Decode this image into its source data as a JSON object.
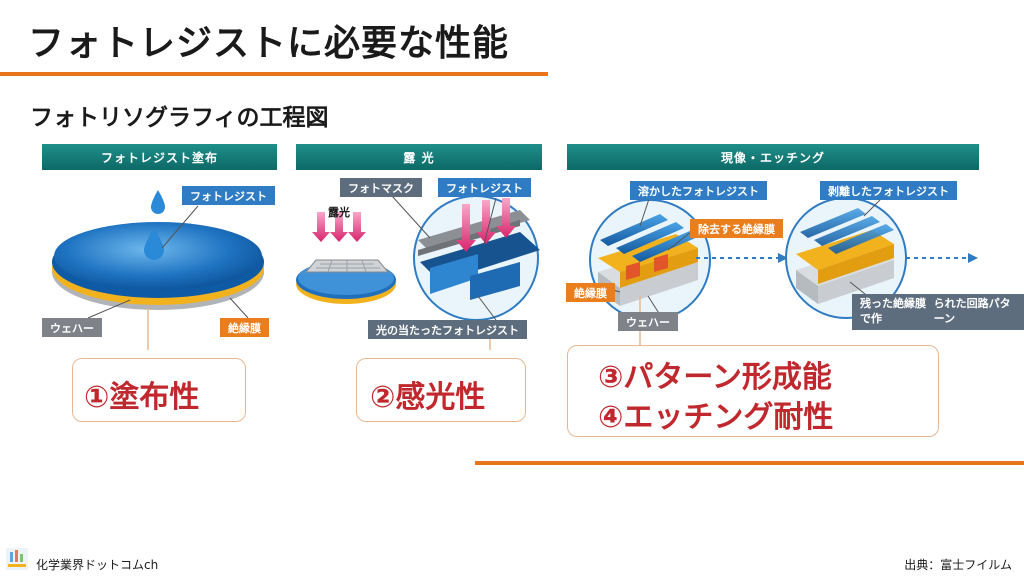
{
  "title": "フォトレジストに必要な性能",
  "subtitle": "フォトリソグラフィの工程図",
  "sections": [
    {
      "header": "フォトレジスト塗布"
    },
    {
      "header": "露 光"
    },
    {
      "header": "現像・エッチング"
    }
  ],
  "labels": {
    "photoresist": "フォトレジスト",
    "wafer": "ウェハー",
    "insulator": "絶縁膜",
    "exposure": "露光",
    "photomask": "フォトマスク",
    "photoresist2": "フォトレジスト",
    "lit_resist": "光の当たったフォトレジスト",
    "dissolved_resist": "溶かしたフォトレジスト",
    "remove_insulator": "除去する絶縁膜",
    "insulator2": "絶縁膜",
    "wafer2": "ウェハー",
    "peeled_resist": "剥離したフォトレジスト",
    "remaining_line1": "残った絶縁膜で作",
    "remaining_line2": "られた回路パターン"
  },
  "requirements": {
    "r1": "①塗布性",
    "r2": "②感光性",
    "r3": "③パターン形成能",
    "r4": "④エッチング耐性"
  },
  "footer": {
    "left": "化学業界ドットコムch",
    "right": "出典：富士フイルム"
  },
  "colors": {
    "accent_orange": "#e8741c",
    "header_teal": "#0d6966",
    "requirement_red": "#c0282d",
    "callout_blue": "#2f7cc4"
  }
}
